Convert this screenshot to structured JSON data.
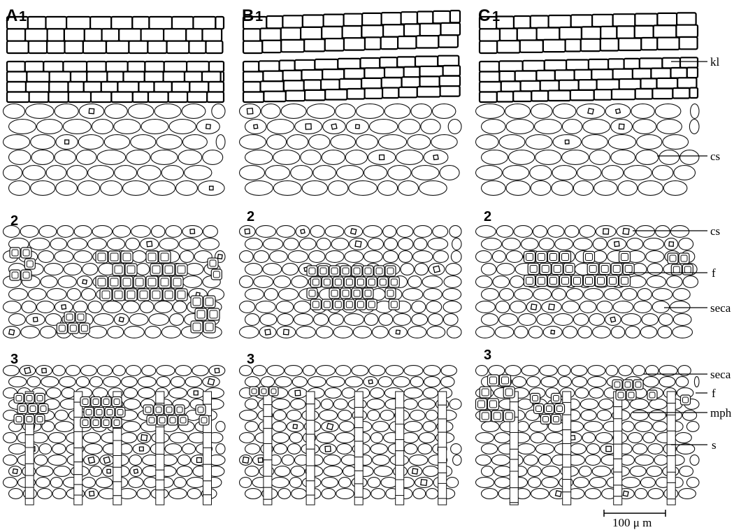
{
  "figure": {
    "panels": [
      {
        "id": "A",
        "label": "A",
        "rows": [
          "1",
          "2",
          "3"
        ]
      },
      {
        "id": "B",
        "label": "B",
        "rows": [
          "1",
          "2",
          "3"
        ]
      },
      {
        "id": "C",
        "label": "C",
        "rows": [
          "1",
          "2",
          "3"
        ]
      }
    ],
    "annotations": {
      "kl": "kl",
      "cs1": "cs",
      "cs2": "cs",
      "f1": "f",
      "seca1": "seca",
      "seca2": "seca",
      "f2": "f",
      "mph": "mph",
      "s": "s"
    },
    "scale_bar": {
      "label": "100 μ m",
      "value": 100,
      "unit": "μm"
    }
  }
}
